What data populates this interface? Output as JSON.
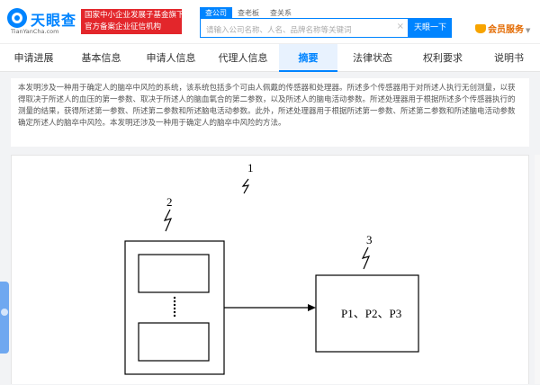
{
  "brand": {
    "name": "天眼查",
    "domain": "TianYanCha.com",
    "badge_line1": "国家中小企业发展子基金旗下",
    "badge_line2": "官方备案企业征信机构"
  },
  "search": {
    "tabs": [
      "查公司",
      "查老板",
      "查关系"
    ],
    "placeholder": "请输入公司名称、人名、品牌名称等关键词",
    "button_label": "天眼一下"
  },
  "vip_label": "会员服务",
  "nav": {
    "items": [
      "申请进展",
      "基本信息",
      "申请人信息",
      "代理人信息",
      "摘要",
      "法律状态",
      "权利要求",
      "说明书"
    ],
    "active_index": 4
  },
  "abstract": {
    "text": "本发明涉及一种用于确定人的脑卒中风险的系统，该系统包括多个可由人佩戴的传感器和处理器。所述多个传感器用于对所述人执行无创测量，以获得取决于所述人的血压的第一参数、取决于所述人的脑血氧合的第二参数，以及所述人的脑电活动参数。所述处理器用于根据所述多个传感器执行的测量的结果，获得所述第一参数、所述第二参数和所述脑电活动参数。此外，所述处理器用于根据所述第一参数、所述第二参数和所述脑电活动参数确定所述人的脑卒中风险。本发明还涉及一种用于确定人的脑卒中风险的方法。"
  },
  "figure": {
    "label_1": "1",
    "label_2": "2",
    "label_3": "3",
    "box_text": "P1、P2、P3"
  },
  "colors": {
    "brand_blue": "#0084ff",
    "badge_red": "#e3262b",
    "vip_orange": "#e36a00"
  }
}
